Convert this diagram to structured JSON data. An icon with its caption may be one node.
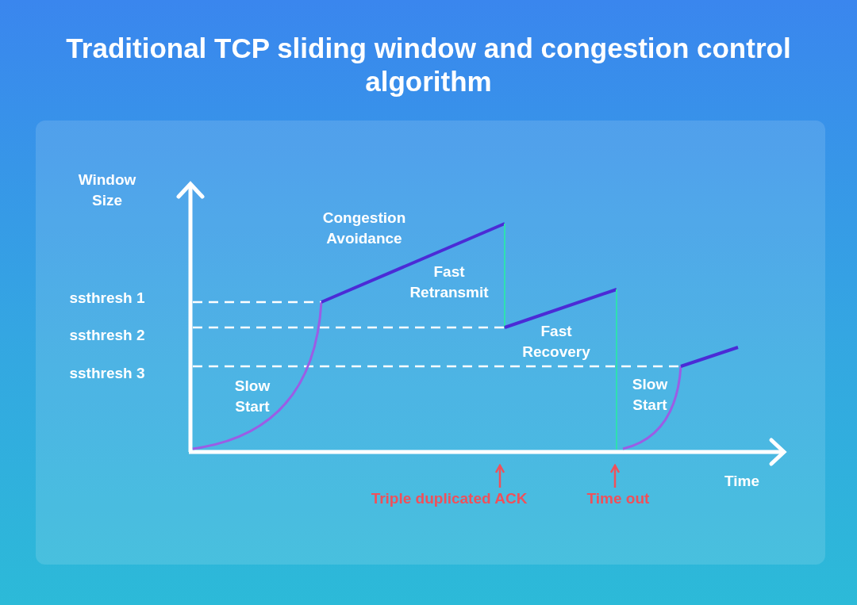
{
  "diagram": {
    "title": "Traditional TCP sliding window and congestion control algorithm",
    "nodes": [
      {
        "text": [
          "Triple duplicated ACK"
        ]
      },
      {
        "text": [
          "Time out"
        ]
      },
      {
        "text": [],
        "shape": "line"
      }
    ],
    "edges": [
      {
        "from": 0,
        "to": 2,
        "arrow": "to"
      },
      {
        "from": 1,
        "to": 2,
        "arrow": "to"
      }
    ],
    "labels": [
      "Window Size",
      "Congestion Avoidance",
      "ssthresh 1",
      "Fast Retransmit",
      "Fast Recovery",
      "ssthresh 2",
      "Slow Start",
      "ssthresh 3",
      "Slow Start",
      "Time"
    ]
  }
}
